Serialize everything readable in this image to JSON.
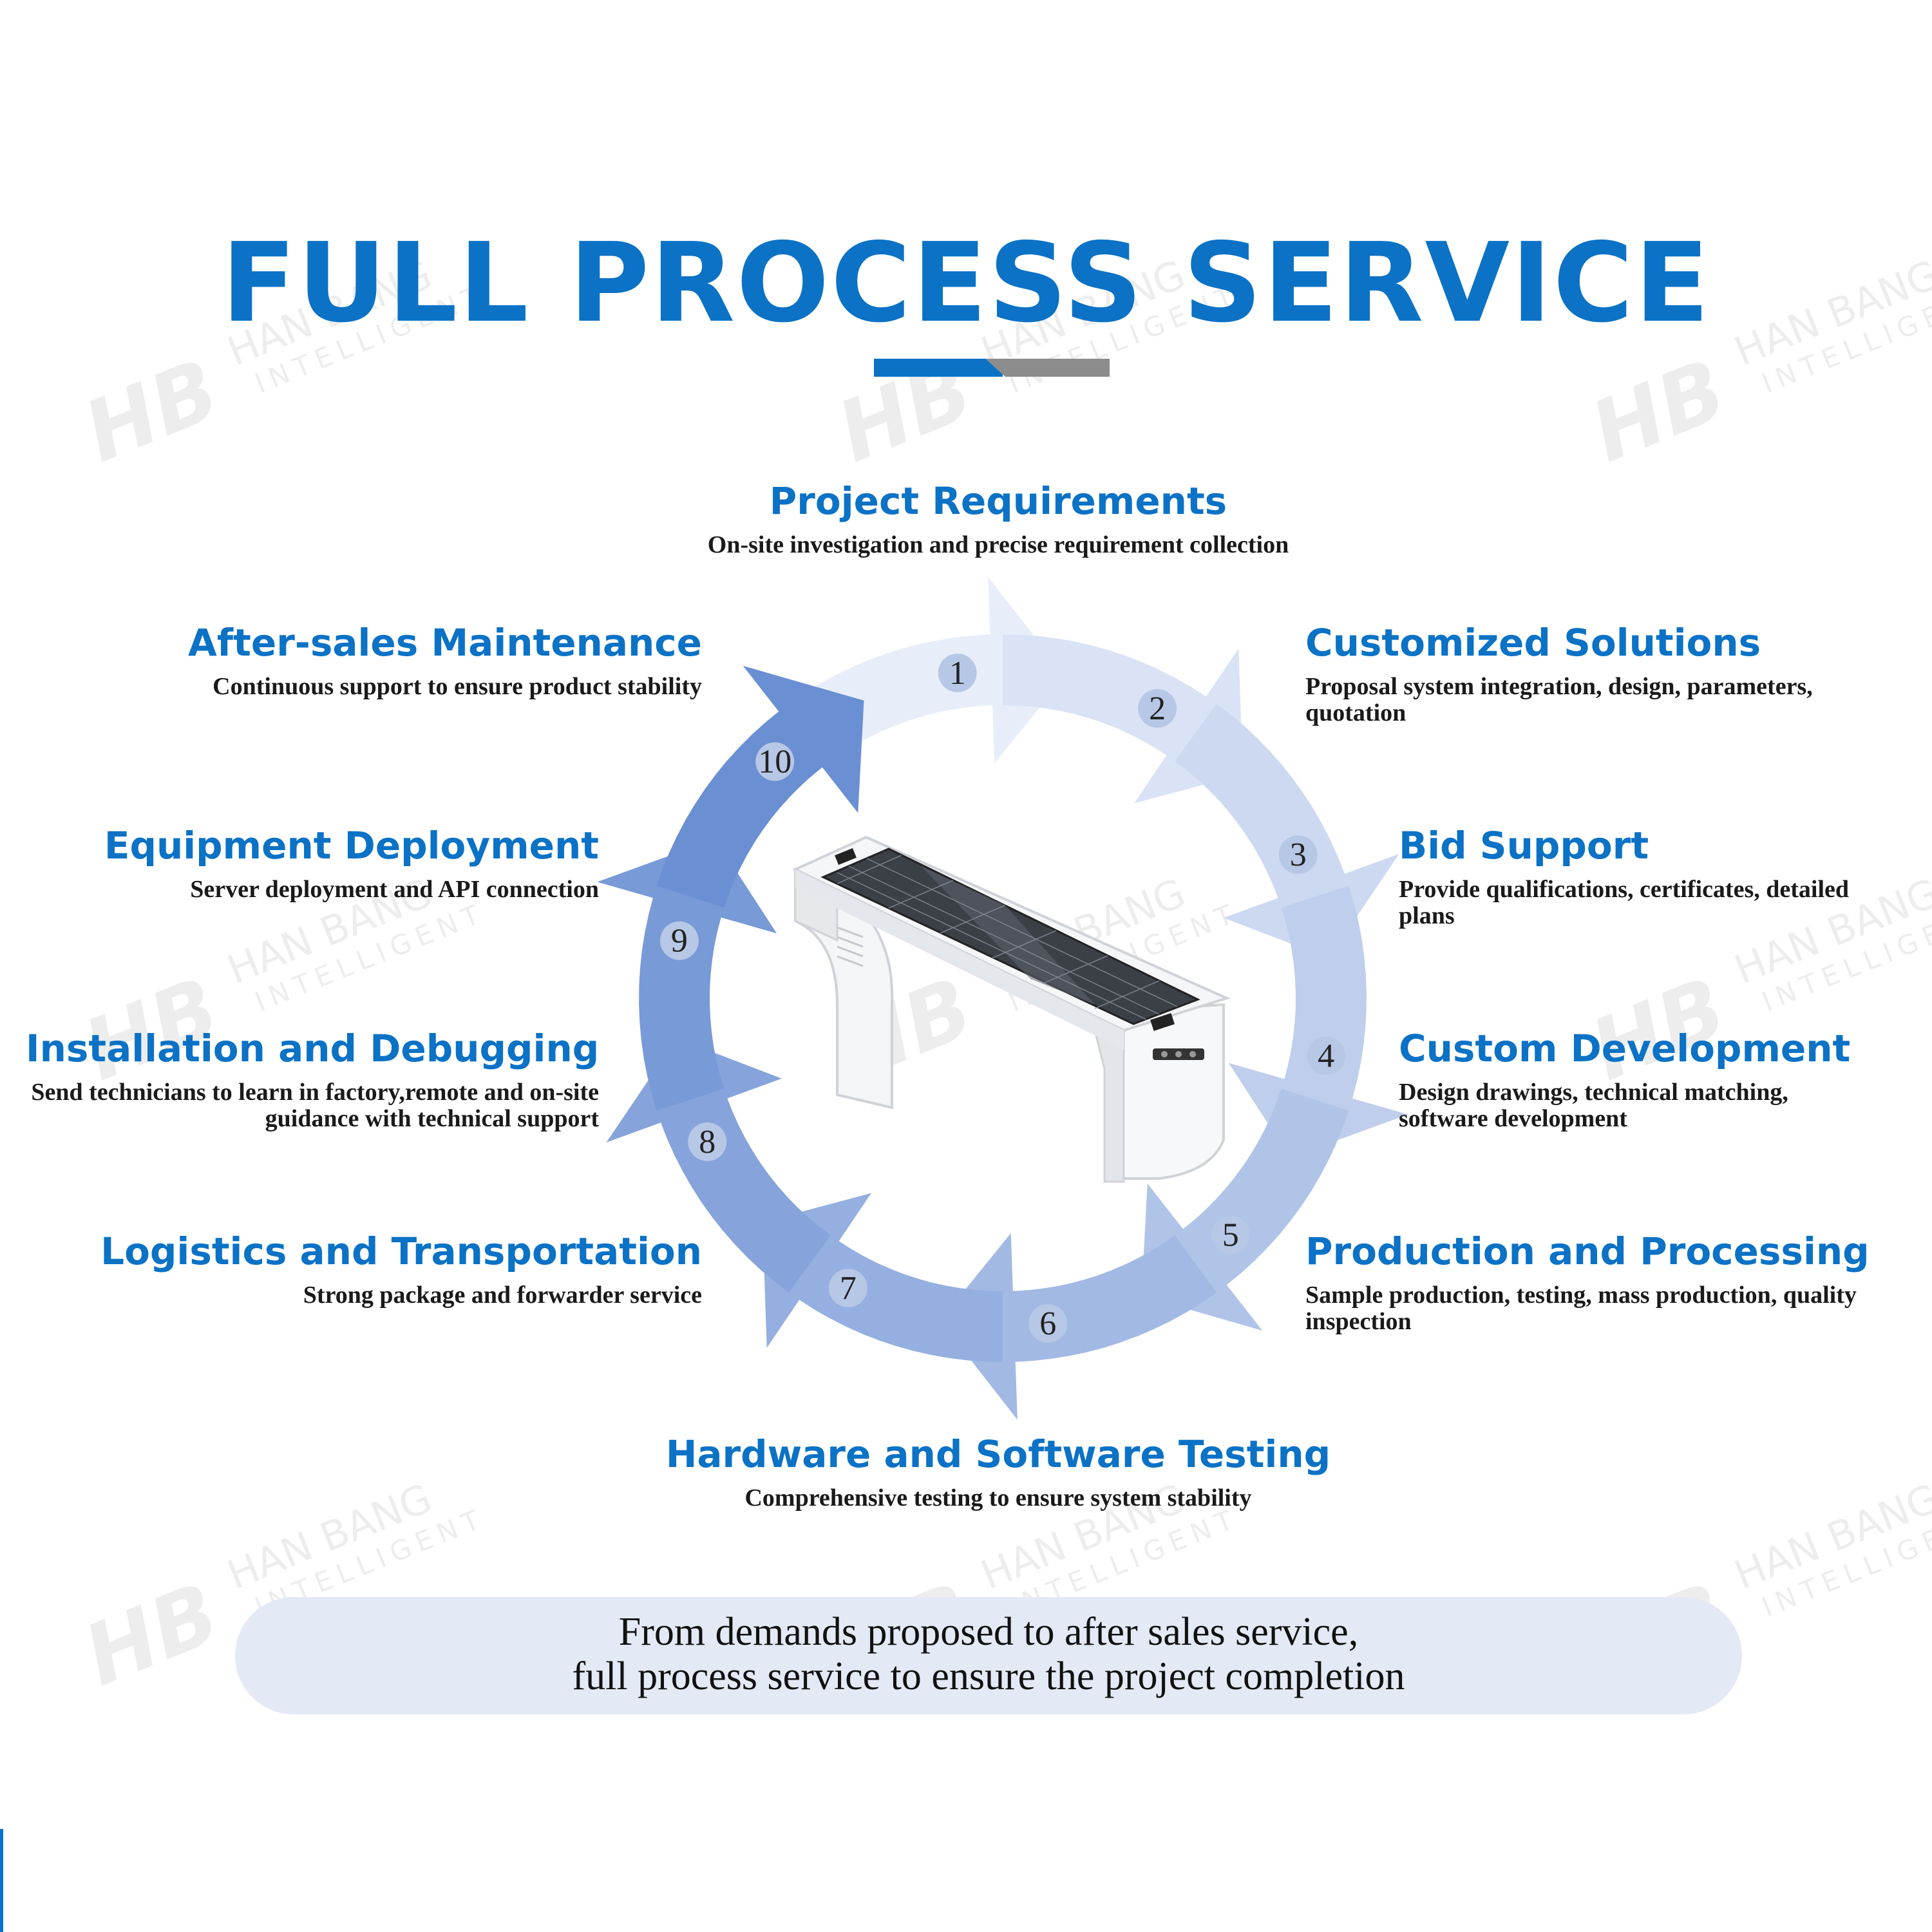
{
  "title": "FULL PROCESS SERVICE",
  "watermark": {
    "logo": "HB",
    "line1": "HAN BANG",
    "line2": "INTELLIGENT"
  },
  "steps": [
    {
      "num": "1",
      "heading": "Project Requirements",
      "desc": "On-site investigation and precise requirement collection"
    },
    {
      "num": "2",
      "heading": "Customized Solutions",
      "desc": "Proposal system integration, design, parameters, quotation"
    },
    {
      "num": "3",
      "heading": "Bid Support",
      "desc": "Provide qualifications, certificates, detailed plans"
    },
    {
      "num": "4",
      "heading": "Custom Development",
      "desc": "Design drawings, technical matching, software development"
    },
    {
      "num": "5",
      "heading": "Production and Processing",
      "desc": "Sample production, testing, mass production, quality inspection"
    },
    {
      "num": "6",
      "heading": "Hardware and Software Testing",
      "desc": "Comprehensive testing to ensure system stability"
    },
    {
      "num": "7",
      "heading": "Logistics and Transportation",
      "desc": "Strong package and forwarder service"
    },
    {
      "num": "8",
      "heading": "Installation and Debugging",
      "desc": "Send technicians to learn in factory,remote and on-site guidance with technical support"
    },
    {
      "num": "9",
      "heading": "Equipment Deployment",
      "desc": "Server deployment and API connection"
    },
    {
      "num": "10",
      "heading": "After-sales Maintenance",
      "desc": "Continuous support to ensure product stability"
    }
  ],
  "footer": {
    "line1": "From demands proposed to after sales service,",
    "line2": "full process service to ensure the project completion"
  },
  "colors": {
    "brand_blue": "#0b72c6",
    "arrow_light": "#e8eef9",
    "arrow_dark": "#6a8fd3",
    "badge": "#b7c7e6",
    "footer_bg": "#e3e9f5"
  },
  "illustration": "solar-bench"
}
